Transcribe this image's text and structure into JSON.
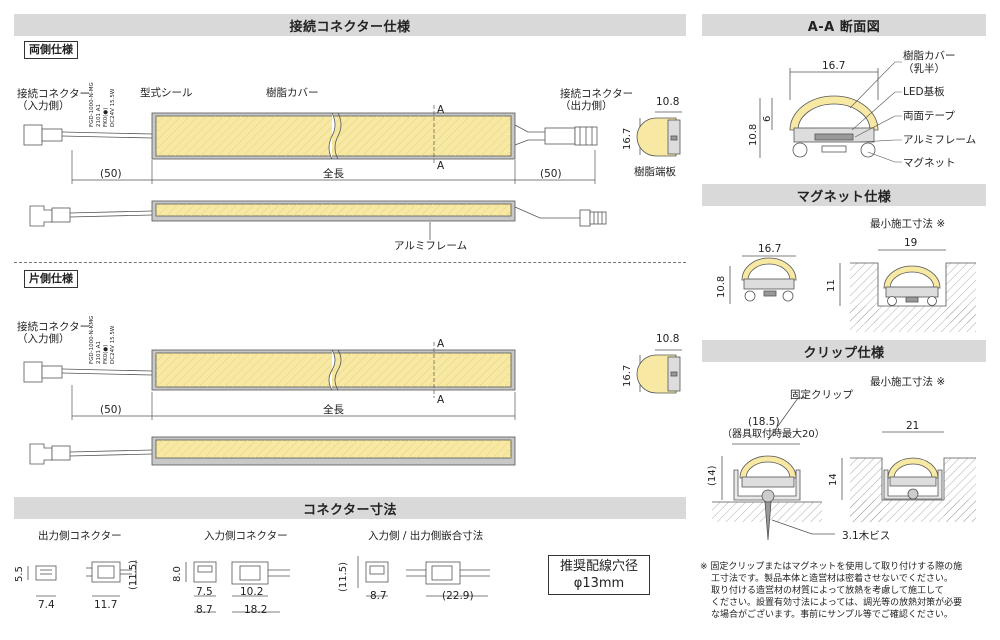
{
  "headers": {
    "connector_spec": "接続コネクター仕様",
    "section_aa": "A-A 断面図",
    "magnet_spec": "マグネット仕様",
    "clip_spec": "クリップ仕様",
    "connector_dims": "コネクター寸法"
  },
  "both_side": {
    "box_label": "両側仕様",
    "input_connector": [
      "接続コネクター",
      "（入力側）"
    ],
    "model_seal": "型式シール",
    "resin_cover": "樹脂カバー",
    "output_connector": [
      "接続コネクター",
      "（出力側）"
    ],
    "dim_left": "(50)",
    "dim_total": "全長",
    "dim_right": "(50)",
    "section_mark": "A",
    "end_width": "10.8",
    "end_height": "16.7",
    "end_cap": "樹脂端板",
    "aluminum_frame": "アルミフレーム",
    "seal_lines": [
      "FGD-1000-N-MG",
      "2101 A1",
      "FK0(●)",
      "DC24V 15.5W"
    ]
  },
  "single_side": {
    "box_label": "片側仕様",
    "input_connector": [
      "接続コネクター",
      "（入力側）"
    ],
    "dim_left": "(50)",
    "dim_total": "全長",
    "section_mark": "A",
    "end_width": "10.8",
    "end_height": "16.7",
    "seal_lines": [
      "FGD-1000-N-KMG",
      "2101 A1",
      "FK0(●)",
      "DC24V 15.5W"
    ]
  },
  "cross_section": {
    "width": "16.7",
    "height": "10.8",
    "inner": "6",
    "labels": [
      "樹脂カバー",
      "（乳半）",
      "LED基板",
      "両面テープ",
      "アルミフレーム",
      "マグネット"
    ]
  },
  "magnet": {
    "min_install": "最小施工寸法 ※",
    "width": "16.7",
    "height": "10.8",
    "slot_width": "19",
    "slot_depth": "11"
  },
  "clip": {
    "min_install": "最小施工寸法 ※",
    "fixed_clip": "固定クリップ",
    "dim_top": "(18.5)",
    "dim_top_note": "（器具取付時最大20）",
    "height_left": "(14)",
    "slot_width": "21",
    "slot_depth": "14",
    "screw": "3.1木ビス"
  },
  "connectors": {
    "output_title": "出力側コネクター",
    "input_title": "入力側コネクター",
    "mated_title": "入力側 / 出力側嵌合寸法",
    "out_h": "5.5",
    "out_w": "7.4",
    "out_len": "11.7",
    "out_side": "(11.5)",
    "in_h": "8.0",
    "in_w1": "7.5",
    "in_w2": "8.7",
    "in_len1": "10.2",
    "in_len2": "18.2",
    "mated_h": "(11.5)",
    "mated_w": "8.7",
    "mated_len": "(22.9)",
    "hole_title": "推奨配線穴径",
    "hole_value": "φ13mm"
  },
  "footnote": [
    "※ 固定クリップまたはマグネットを使用して取り付けする際の施",
    "工寸法です。製品本体と造営材は密着させないでください。",
    "取り付ける造営材の材質によって放熱を考慮して施工して",
    "ください。設置有効寸法によっては、調光等の放熱対策が必要",
    "な場合がございます。事前にサンプル等でご確認ください。"
  ],
  "colors": {
    "led_yellow": "#f7e9a3",
    "band_gray": "#d9d9d9",
    "frame_gray": "#b9b9b9"
  }
}
